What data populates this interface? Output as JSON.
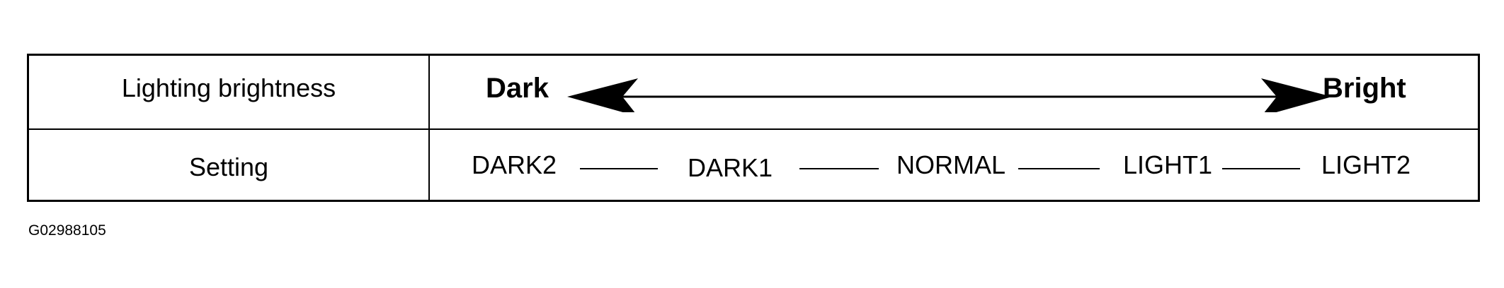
{
  "table": {
    "rows": [
      {
        "label": "Lighting brightness",
        "scale": {
          "low": "Dark",
          "high": "Bright"
        }
      },
      {
        "label": "Setting",
        "levels": [
          "DARK2",
          "DARK1",
          "NORMAL",
          "LIGHT1",
          "LIGHT2"
        ]
      }
    ]
  },
  "figure_id": "G02988105",
  "arrow": {
    "type": "double-headed",
    "direction": "dark-to-bright"
  }
}
